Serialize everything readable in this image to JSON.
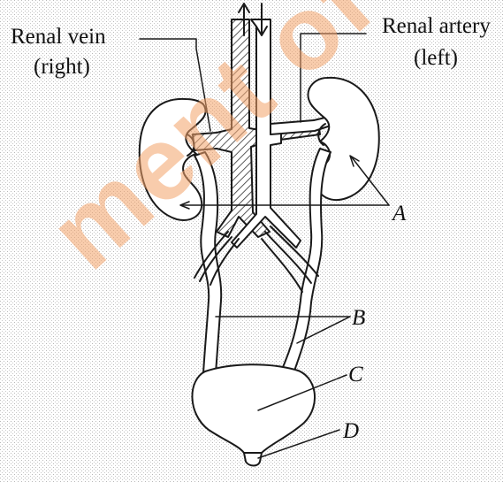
{
  "labels": {
    "renal_vein": "Renal vein",
    "renal_vein_side": "(right)",
    "renal_artery": "Renal artery",
    "renal_artery_side": "(left)",
    "a": "A",
    "b": "B",
    "c": "C",
    "d": "D"
  },
  "watermark": "ment of Exami",
  "colors": {
    "ink": "#111111",
    "watermark": "#f4a36a"
  }
}
